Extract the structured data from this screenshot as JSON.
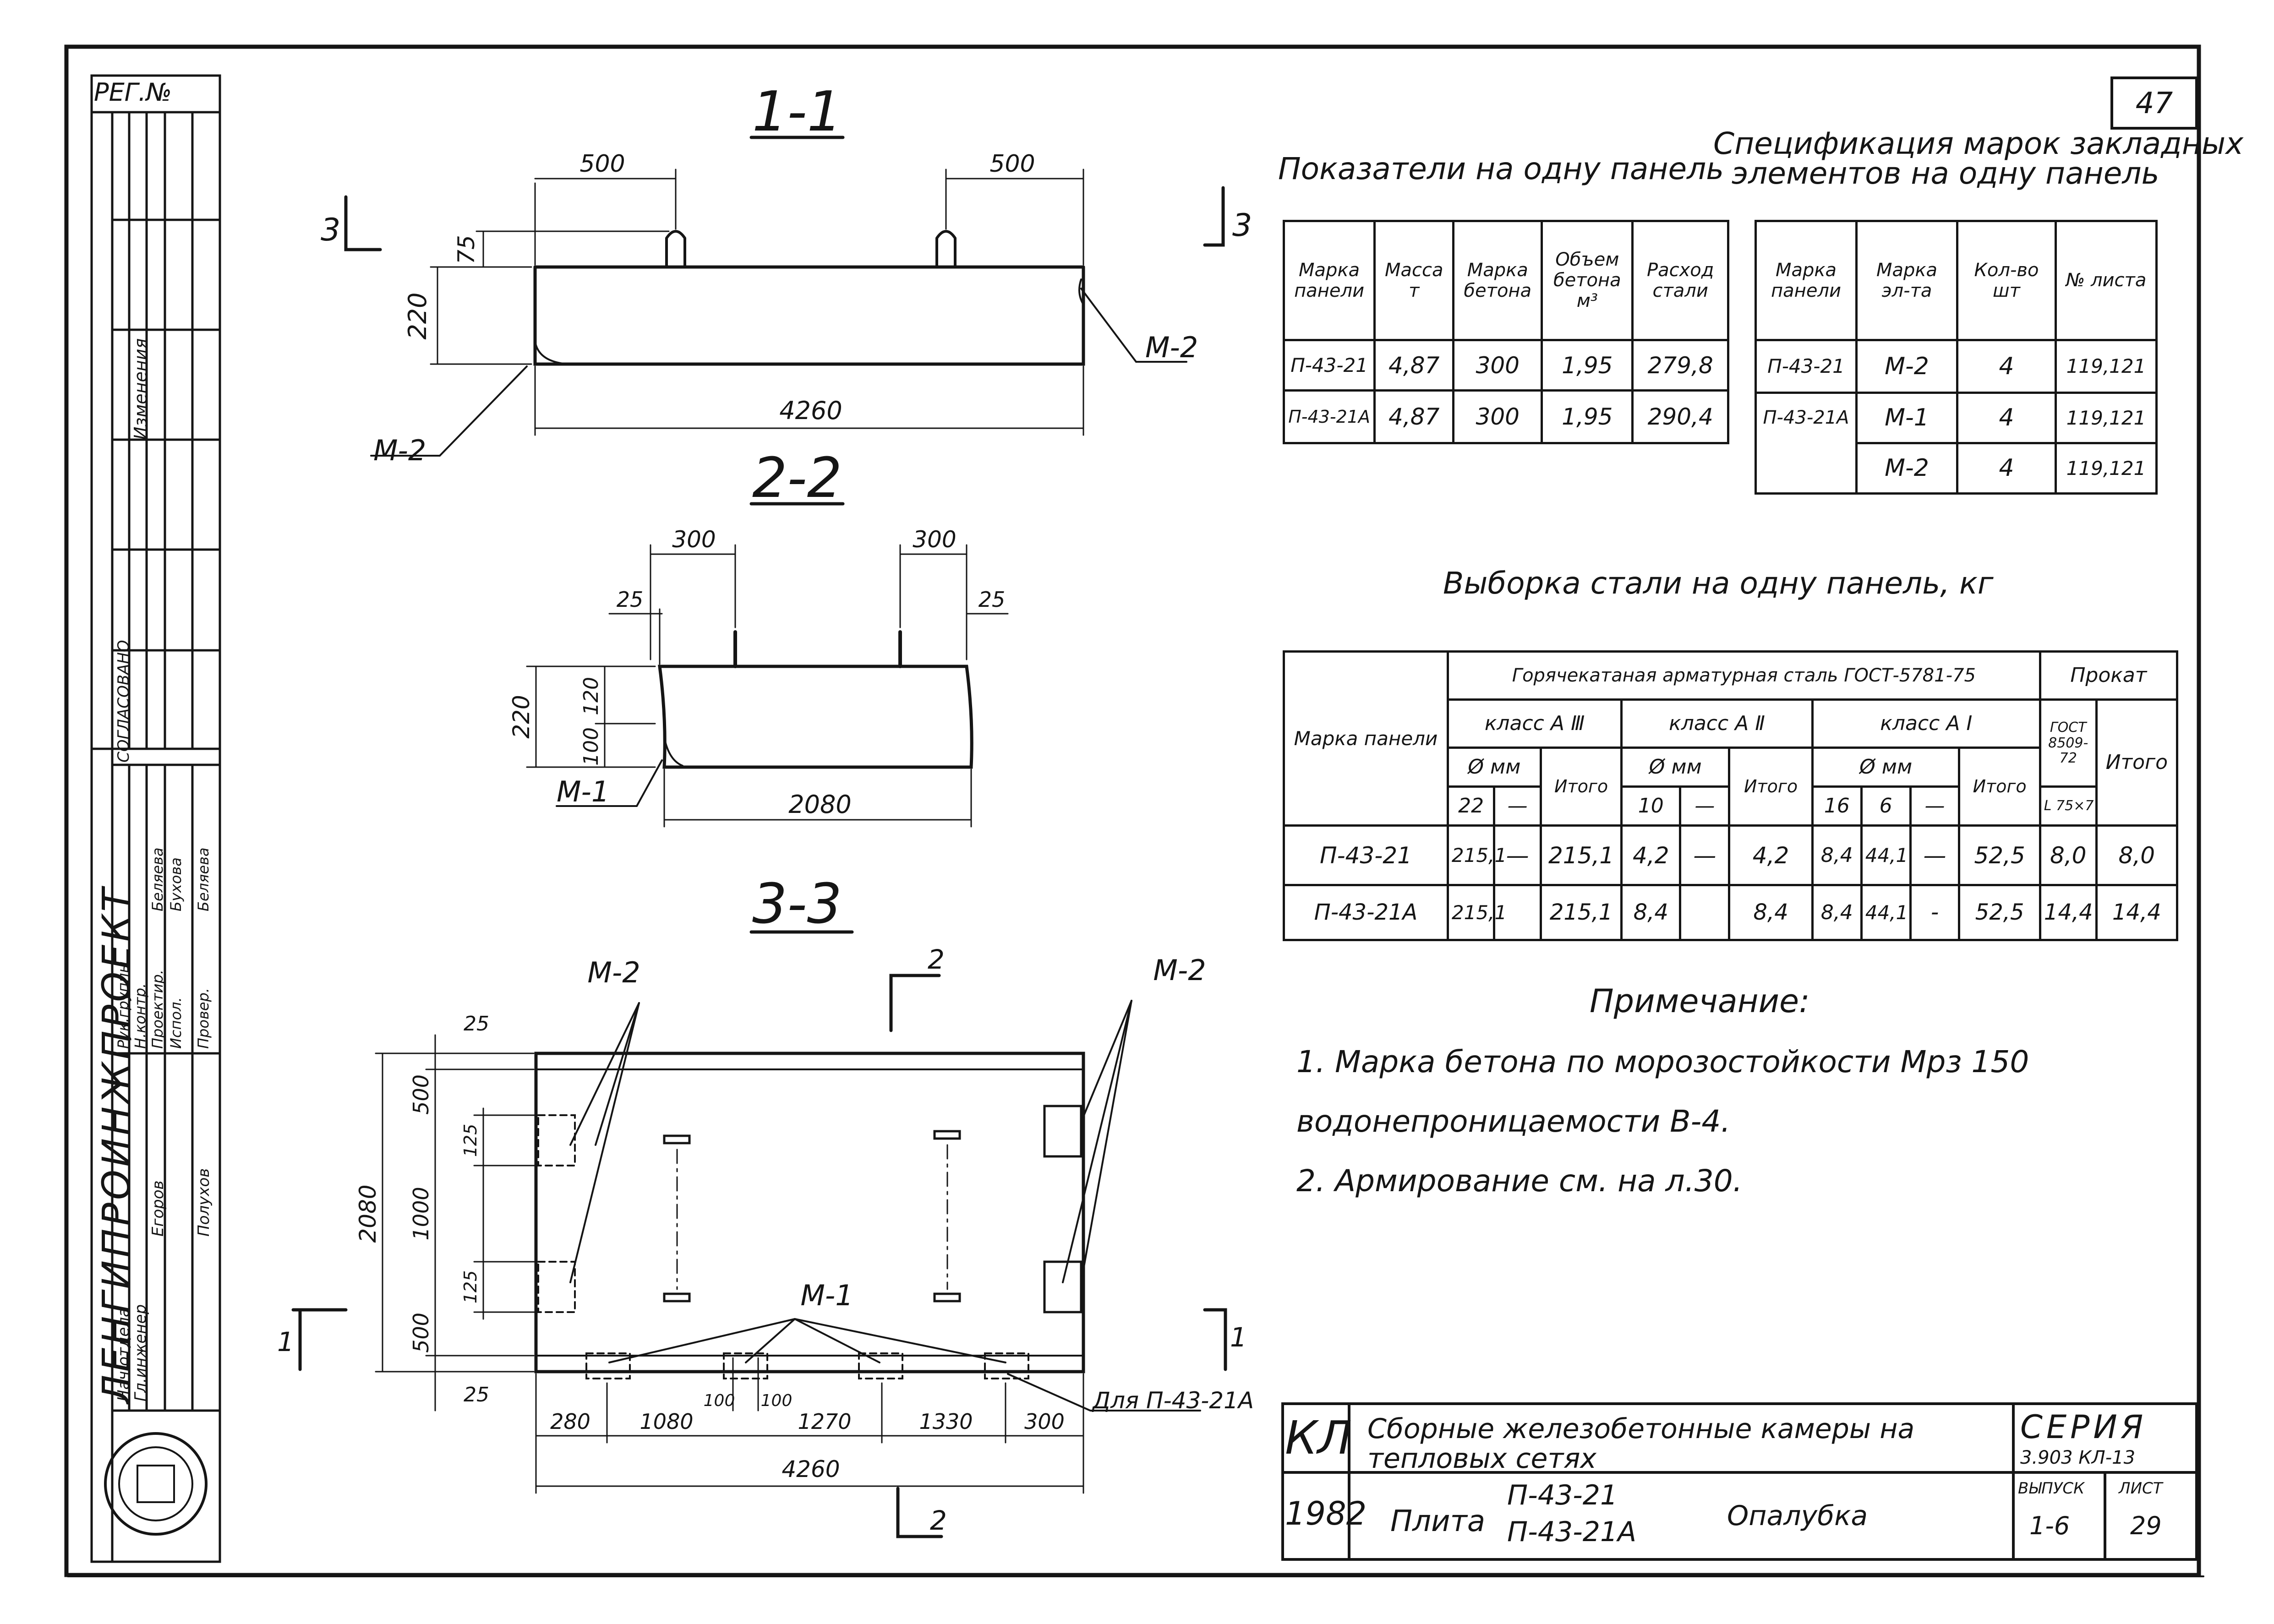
{
  "page": {
    "sheet_number": "47",
    "reg_label": "РЕГ.№"
  },
  "views": {
    "s11": {
      "title": "1-1",
      "dims": {
        "top_left": "500",
        "top_right": "500",
        "loop_h": "75",
        "height": "220",
        "length": "4260"
      },
      "marks": {
        "left": "М-2",
        "right": "М-2"
      },
      "cut_label": "3"
    },
    "s22": {
      "title": "2-2",
      "dims": {
        "top_left": "300",
        "top_right": "300",
        "edge_left": "25",
        "edge_right": "25",
        "h_total": "220",
        "h_top": "120",
        "h_bot": "100",
        "length": "2080"
      },
      "marks": {
        "left": "М-1"
      }
    },
    "s33": {
      "title": "3-3",
      "dims": {
        "edge": "25",
        "row1": "500",
        "row2": "1000",
        "row3": "500",
        "small": "125",
        "overall_h": "2080",
        "b1": "280",
        "b2": "1080",
        "b3a": "100",
        "b3b": "100",
        "b4": "1270",
        "b5": "1330",
        "b6": "300",
        "length": "4260"
      },
      "marks": {
        "m2_left": "М-2",
        "m2_right": "М-2",
        "m1": "М-1"
      },
      "cut2": "2",
      "cut1": "1",
      "note_a": "Для П-43-21А"
    }
  },
  "indicators": {
    "title": "Показатели на одну панель",
    "headers": [
      "Марка панели",
      "Масса т",
      "Марка бетона",
      "Объем бетона м³",
      "Расход стали"
    ],
    "rows": [
      [
        "П-43-21",
        "4,87",
        "300",
        "1,95",
        "279,8"
      ],
      [
        "П-43-21А",
        "4,87",
        "300",
        "1,95",
        "290,4"
      ]
    ]
  },
  "embedded": {
    "title_line1": "Спецификация марок закладных",
    "title_line2": "элементов на одну панель",
    "headers": [
      "Марка панели",
      "Марка эл-та",
      "Кол-во шт",
      "№ листа"
    ],
    "rows": [
      [
        "П-43-21",
        "М-2",
        "4",
        "119,121"
      ],
      [
        "П-43-21А",
        "М-1",
        "4",
        "119,121"
      ],
      [
        "",
        "М-2",
        "4",
        "119,121"
      ]
    ]
  },
  "steel": {
    "title": "Выборка стали на одну панель, кг",
    "h_marka": "Марка панели",
    "h_hot": "Горячекатаная арматурная сталь ГОСТ-5781-75",
    "h_prokat": "Прокат",
    "h_a3": "класс А Ⅲ",
    "h_a2": "класс А Ⅱ",
    "h_a1": "класс А Ⅰ",
    "h_dia": "Ø мм",
    "h_itogo": "Итого",
    "h_gost": "ГОСТ 8509-72",
    "h_angle": "L 75×7",
    "d_a3": [
      "22",
      "—"
    ],
    "d_a2": [
      "10",
      "—"
    ],
    "d_a1": [
      "16",
      "6",
      "—"
    ],
    "rows": [
      [
        "П-43-21",
        "215,1",
        "—",
        "215,1",
        "4,2",
        "—",
        "4,2",
        "8,4",
        "44,1",
        "—",
        "52,5",
        "8,0",
        "8,0"
      ],
      [
        "П-43-21А",
        "215,1",
        "",
        "215,1",
        "8,4",
        "",
        "8,4",
        "8,4",
        "44,1",
        "-",
        "52,5",
        "14,4",
        "14,4"
      ]
    ]
  },
  "notes": {
    "title": "Примечание:",
    "l1": "1. Марка бетона по морозостойкости Мрз 150",
    "l2": "водонепроницаемости В-4.",
    "l3": "2. Армирование см. на л.30."
  },
  "title_block": {
    "kl": "КЛ",
    "year": "1982",
    "desc1": "Сборные железобетонные камеры на",
    "desc2": "тепловых сетях",
    "series_label": "СЕРИЯ",
    "series_value": "3.903 КЛ-13",
    "item": "Плита",
    "mark1": "П-43-21",
    "mark2": "П-43-21А",
    "subject": "Опалубка",
    "issue_label": "ВЫПУСК",
    "issue_value": "1-6",
    "sheet_label": "ЛИСТ",
    "sheet_value": "29"
  },
  "stamp": {
    "org": "ЛЕНГИПРОИНЖПРОЕКТ",
    "approved": "СОГЛАСОВАНО",
    "changes": "Изменения",
    "roles": [
      "Нач.отдела",
      "Гл.инженер",
      "Рук.группы",
      "Н.контр.",
      "Проектир.",
      "Испол.",
      "Провер."
    ],
    "names": [
      "Полухов",
      "Егоров",
      "Бухова",
      "Беляева",
      "Беляева"
    ]
  }
}
